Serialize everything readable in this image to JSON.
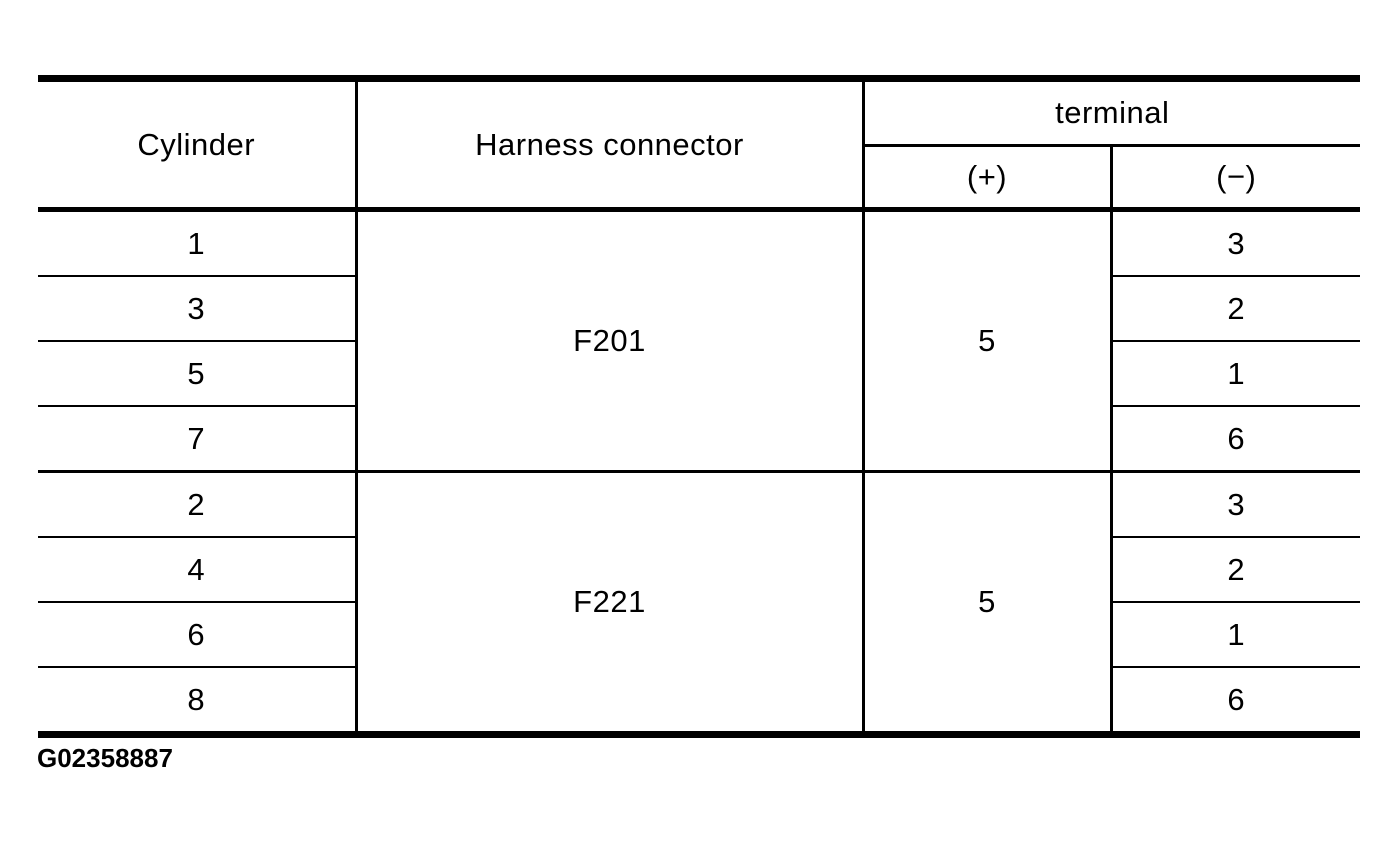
{
  "table": {
    "headers": {
      "cylinder": "Cylinder",
      "harness_connector": "Harness connector",
      "terminal": "terminal",
      "terminal_plus": "(+)",
      "terminal_minus": "(−)"
    },
    "groups": [
      {
        "harness_connector": "F201",
        "terminal_plus": "5",
        "rows": [
          {
            "cylinder": "1",
            "terminal_minus": "3"
          },
          {
            "cylinder": "3",
            "terminal_minus": "2"
          },
          {
            "cylinder": "5",
            "terminal_minus": "1"
          },
          {
            "cylinder": "7",
            "terminal_minus": "6"
          }
        ]
      },
      {
        "harness_connector": "F221",
        "terminal_plus": "5",
        "rows": [
          {
            "cylinder": "2",
            "terminal_minus": "3"
          },
          {
            "cylinder": "4",
            "terminal_minus": "2"
          },
          {
            "cylinder": "6",
            "terminal_minus": "1"
          },
          {
            "cylinder": "8",
            "terminal_minus": "6"
          }
        ]
      }
    ]
  },
  "caption": "G02358887",
  "colors": {
    "line": "#000000",
    "text": "#000000",
    "background": "#ffffff"
  }
}
